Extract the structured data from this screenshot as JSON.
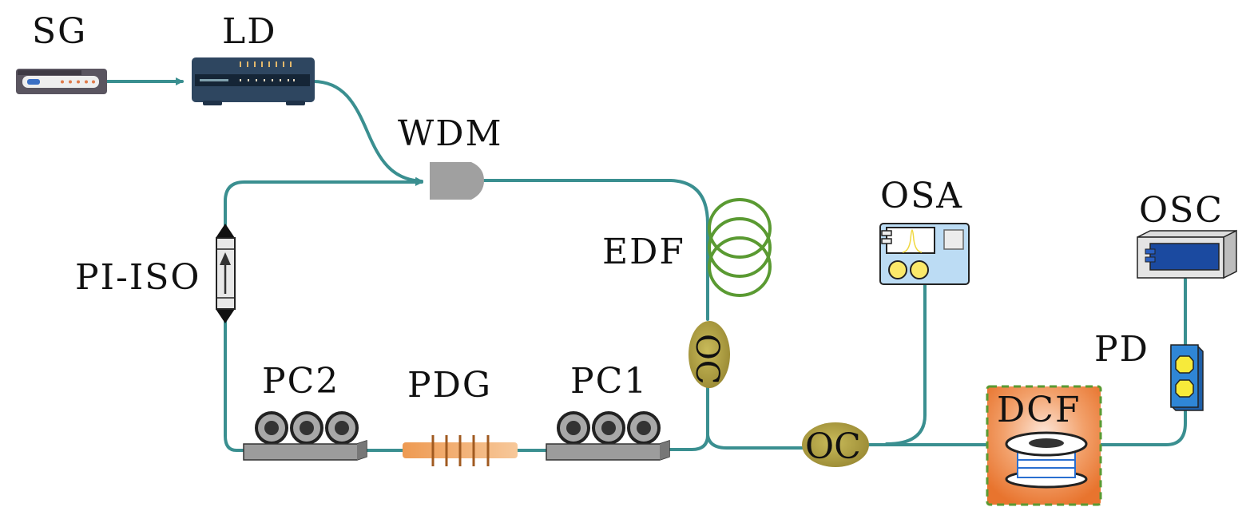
{
  "diagram": {
    "type": "fiber-laser-experimental-setup",
    "colors": {
      "fiber": "#3a8f90",
      "edf": "#5a9a32",
      "coupler": "#a89a3a",
      "wdm": "#a0a0a0",
      "pdg": "#f2a766",
      "pdg_grating": "#a05a20",
      "dcf_box": "#ee8a4c",
      "dcf_border": "#5a9a32",
      "osa_body": "#bcdcf4",
      "osa_knob": "#fbe96a",
      "osc_screen": "#1b4aa0",
      "pd_body": "#2f86d6",
      "pd_led": "#f7ea3a",
      "ld_body": "#2e4660",
      "sg_body": "#5a5560"
    },
    "components": {
      "sg": {
        "label": "SG",
        "name": "Signal generator"
      },
      "ld": {
        "label": "LD",
        "name": "Laser diode"
      },
      "wdm": {
        "label": "WDM",
        "name": "Wavelength division multiplexer"
      },
      "edf": {
        "label": "EDF",
        "name": "Erbium-doped fiber"
      },
      "oc1": {
        "label": "OC",
        "name": "Optical coupler (ring)"
      },
      "oc2": {
        "label": "OC",
        "name": "Optical coupler (output)"
      },
      "pc1": {
        "label": "PC1",
        "name": "Polarization controller 1"
      },
      "pdg": {
        "label": "PDG",
        "name": "Polarization-dependent grating"
      },
      "pc2": {
        "label": "PC2",
        "name": "Polarization controller 2"
      },
      "piiso": {
        "label": "PI-ISO",
        "name": "Polarization-independent isolator"
      },
      "osa": {
        "label": "OSA",
        "name": "Optical spectrum analyzer"
      },
      "dcf": {
        "label": "DCF",
        "name": "Dispersion compensating fiber"
      },
      "pd": {
        "label": "PD",
        "name": "Photodetector"
      },
      "osc": {
        "label": "OSC",
        "name": "Oscilloscope"
      }
    },
    "connections": [
      {
        "from": "SG",
        "to": "LD",
        "arrow": true
      },
      {
        "from": "LD",
        "to": "WDM",
        "arrow": true
      },
      {
        "from": "PI-ISO",
        "to": "WDM",
        "arrow": true
      },
      {
        "from": "WDM",
        "to": "EDF",
        "arrow": false
      },
      {
        "from": "EDF",
        "to": "OC",
        "arrow": false
      },
      {
        "from": "OC",
        "to": "PC1",
        "arrow": false
      },
      {
        "from": "PC1",
        "to": "PDG",
        "arrow": false
      },
      {
        "from": "PDG",
        "to": "PC2",
        "arrow": false
      },
      {
        "from": "PC2",
        "to": "PI-ISO",
        "arrow": false
      },
      {
        "from": "OC",
        "to": "OC (output)",
        "arrow": false
      },
      {
        "from": "OC (output)",
        "to": "OSA",
        "arrow": false
      },
      {
        "from": "OC (output)",
        "to": "DCF",
        "arrow": false
      },
      {
        "from": "DCF",
        "to": "PD",
        "arrow": false
      },
      {
        "from": "PD",
        "to": "OSC",
        "arrow": false
      }
    ]
  }
}
